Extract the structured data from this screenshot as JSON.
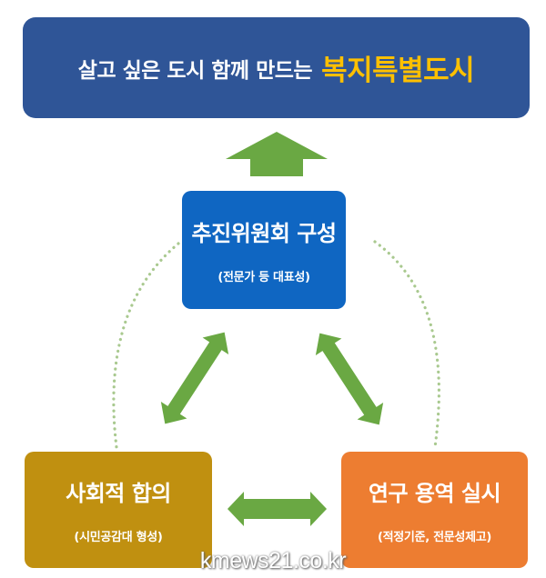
{
  "banner": {
    "main_text": "살고 싶은 도시 함께 만드는",
    "accent_text": "복지특별도시"
  },
  "nodes": {
    "center": {
      "title": "추진위원회 구성",
      "subtitle": "(전문가 등 대표성)"
    },
    "left": {
      "title": "사회적 합의",
      "subtitle": "(시민공감대 형성)"
    },
    "right": {
      "title": "연구 용역 실시",
      "subtitle": "(적정기준, 전문성제고)"
    }
  },
  "connectors": {
    "up_arrow": "up-arrow",
    "center_left": "double-arrow",
    "center_right": "double-arrow",
    "left_right": "double-arrow"
  },
  "colors": {
    "banner": "#2f5597",
    "accent": "#ffc000",
    "center": "#0f66c2",
    "left": "#c09010",
    "right": "#ed7d31",
    "arrow": "#6aa843",
    "dots": "#a9c98f"
  },
  "watermark": "kmews21.co.kr"
}
